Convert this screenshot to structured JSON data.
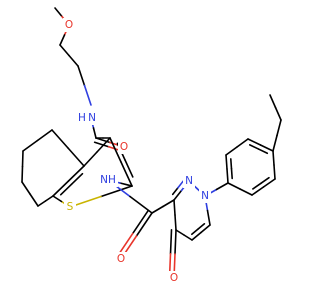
{
  "atoms": {
    "o_methoxy": "O",
    "n_amide_top": "N",
    "h_amide_top": "H",
    "o_carbonyl_top": "O",
    "nh_amide_mid": "NH",
    "s_thiophene": "S",
    "n_pyridazine_1": "N",
    "n_pyridazine_2": "N",
    "o_carbonyl_mid": "O",
    "o_pyridazinone": "O"
  },
  "colors": {
    "carbon_bond": "#000000",
    "oxygen": "#e8352b",
    "nitrogen": "#2f3fe0",
    "sulfur": "#c9b400",
    "background": "#ffffff"
  }
}
